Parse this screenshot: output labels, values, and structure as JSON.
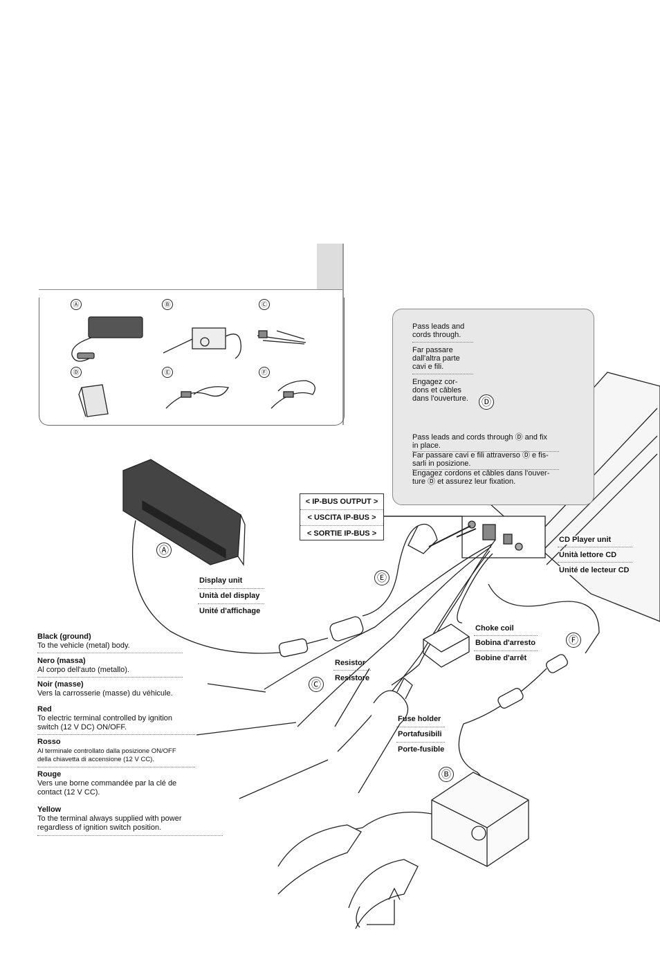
{
  "accessories": [
    "Ⓐ",
    "Ⓑ",
    "Ⓒ",
    "Ⓓ",
    "Ⓔ",
    "Ⓕ"
  ],
  "callout": {
    "top": [
      "Pass leads and",
      "cords through.",
      "Far passare",
      "dall'altra parte",
      "cavi e fili.",
      "Engagez cor-",
      "dons et câbles",
      "dans l'ouverture."
    ],
    "d_marker": "Ⓓ",
    "bottom": [
      "Pass leads and cords through Ⓓ and fix",
      "in place.",
      "Far passare cavi e fili attraverso Ⓓ e fis-",
      "sarli in posizione.",
      "Engagez cordons et câbles dans l'ouver-",
      "ture Ⓓ et assurez leur fixation."
    ]
  },
  "ip_bus": [
    "< IP-BUS OUTPUT >",
    "< USCITA IP-BUS >",
    "< SORTIE IP-BUS >"
  ],
  "cd_player": [
    "CD Player unit",
    "Unità lettore CD",
    "Unité de lecteur CD"
  ],
  "display_unit": [
    "Display unit",
    "Unità del display",
    "Unité d'affichage"
  ],
  "choke_coil": [
    "Choke coil",
    "Bobina d'arresto",
    "Bobine d'arrêt"
  ],
  "resistor": [
    "Resistor",
    "Resistore"
  ],
  "fuse_holder": [
    "Fuse holder",
    "Portafusibili",
    "Porte-fusible"
  ],
  "markers": {
    "a": "Ⓐ",
    "b": "Ⓑ",
    "c": "Ⓒ",
    "e": "Ⓔ",
    "f": "Ⓕ"
  },
  "wires": {
    "black_title": "Black (ground)",
    "black_desc": "To the vehicle (metal) body.",
    "nero_title": "Nero (massa)",
    "nero_desc": "Al corpo dell'auto (metallo).",
    "noir_title": "Noir (masse)",
    "noir_desc": "Vers la carrosserie (masse) du véhicule.",
    "red_title": "Red",
    "red_desc1": "To electric terminal controlled by ignition",
    "red_desc2": "switch (12 V DC) ON/OFF.",
    "rosso_title": "Rosso",
    "rosso_desc1": "Al terminale controllato dalla posizione ON/OFF",
    "rosso_desc2": "della chiavetta di accensione (12 V CC).",
    "rouge_title": "Rouge",
    "rouge_desc1": "Vers une borne commandée par la clé de",
    "rouge_desc2": "contact (12 V CC).",
    "yellow_title": "Yellow",
    "yellow_desc1": "To the terminal always supplied with power",
    "yellow_desc2": "regardless of ignition switch position."
  }
}
